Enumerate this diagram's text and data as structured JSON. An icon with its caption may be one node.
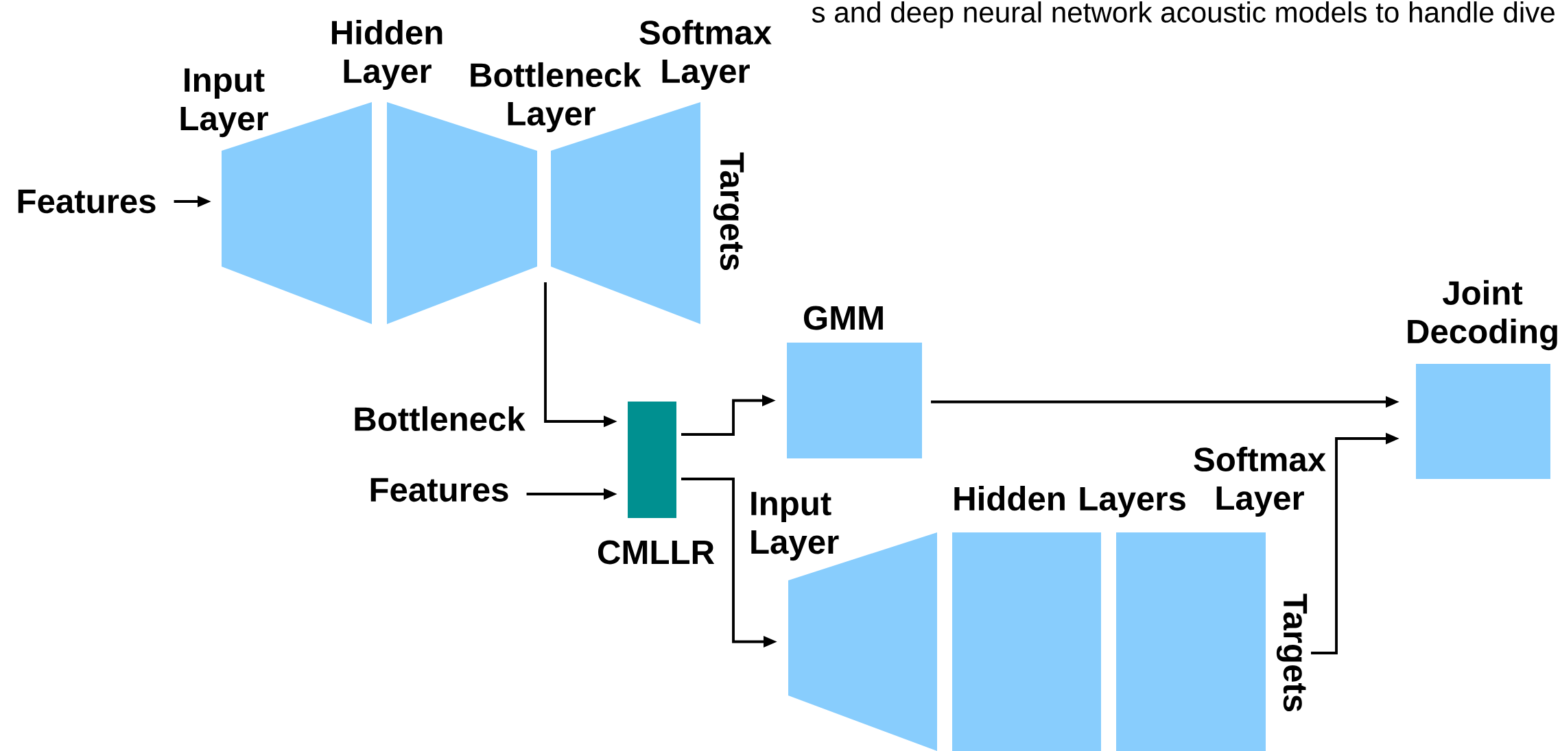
{
  "diagram": {
    "nodes": [
      {
        "text": [
          "Features"
        ]
      },
      {
        "text": [
          "Input Layer"
        ]
      },
      {
        "text": [
          "Hidden Layer"
        ]
      },
      {
        "text": [
          "Softmax Layer"
        ],
        "beside": [
          "Targets"
        ]
      },
      {
        "text": [
          "Features"
        ]
      },
      {
        "text": [
          "CMLLR"
        ]
      },
      {
        "text": [
          "GMM"
        ]
      },
      {
        "text": [
          "Joint Decoding"
        ]
      },
      {
        "text": [
          "Input Layer"
        ]
      },
      {
        "text": [
          "Hidden Layers"
        ]
      },
      {
        "text": [
          "Softmax Layer"
        ],
        "beside": [
          "Targets"
        ]
      }
    ],
    "edges": [
      {
        "from": 0,
        "to": 1,
        "arrow": "to"
      },
      {
        "from": 3,
        "to": 5,
        "arrow": "to",
        "label": "Bottleneck"
      },
      {
        "from": 4,
        "to": 5,
        "arrow": "to"
      },
      {
        "from": 5,
        "to": 6,
        "arrow": "to"
      },
      {
        "from": 5,
        "to": 8,
        "arrow": "to"
      },
      {
        "from": 6,
        "to": 7,
        "arrow": "to"
      },
      {
        "from": 10,
        "to": 7,
        "arrow": "to"
      }
    ],
    "labels": [
      "s and deep neural network acoustic models to handle dive",
      "Bottleneck Layer"
    ]
  }
}
